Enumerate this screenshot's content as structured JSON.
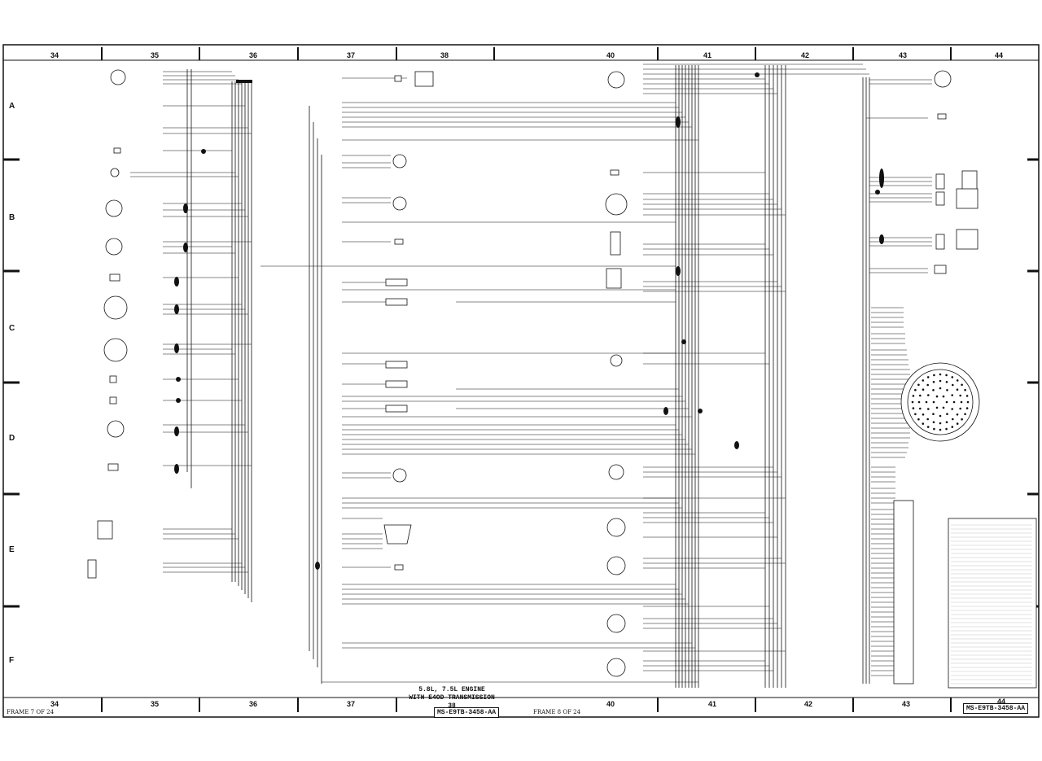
{
  "sheet": {
    "grid_columns": [
      "34",
      "35",
      "36",
      "37",
      "38",
      "40",
      "41",
      "42",
      "43",
      "44"
    ],
    "grid_rows": [
      "A",
      "B",
      "C",
      "D",
      "E",
      "F"
    ],
    "title_line1": "5.8L, 7.5L ENGINE",
    "title_line2": "WITH E4OD TRANSMISSION",
    "title_number": "38",
    "doc_number": "MS-E9TB-3458-AA",
    "frame_left": "FRAME 7 OF 24",
    "frame_right": "FRAME 8 OF 24"
  },
  "colors": {
    "ink": "#111111",
    "paper": "#ffffff"
  },
  "icons": [
    "connector-icon",
    "relay-icon",
    "ground-icon",
    "harness-connector-icon"
  ]
}
